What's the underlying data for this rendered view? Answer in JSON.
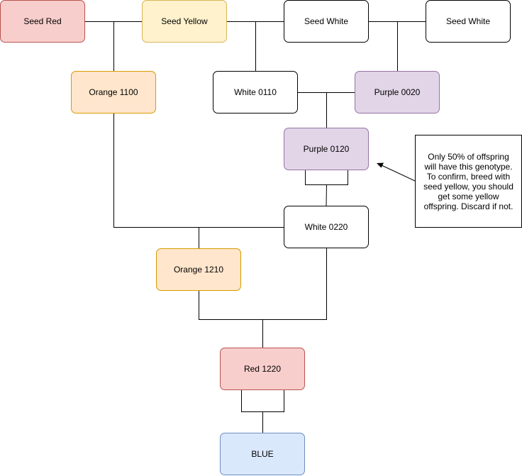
{
  "nodes": {
    "seed_red": {
      "label": "Seed Red",
      "fill": "#f8cecc",
      "stroke": "#b85450"
    },
    "seed_yellow": {
      "label": "Seed Yellow",
      "fill": "#fff2cc",
      "stroke": "#d6b656"
    },
    "seed_white_1": {
      "label": "Seed White",
      "fill": "#ffffff",
      "stroke": "#000000"
    },
    "seed_white_2": {
      "label": "Seed White",
      "fill": "#ffffff",
      "stroke": "#000000"
    },
    "orange_1100": {
      "label": "Orange 1100",
      "fill": "#ffe6cc",
      "stroke": "#d79b00"
    },
    "white_0110": {
      "label": "White 0110",
      "fill": "#ffffff",
      "stroke": "#000000"
    },
    "purple_0020": {
      "label": "Purple 0020",
      "fill": "#e1d5e7",
      "stroke": "#9673a6"
    },
    "purple_0120": {
      "label": "Purple 0120",
      "fill": "#e1d5e7",
      "stroke": "#9673a6"
    },
    "white_0220": {
      "label": "White 0220",
      "fill": "#ffffff",
      "stroke": "#000000"
    },
    "orange_1210": {
      "label": "Orange 1210",
      "fill": "#ffe6cc",
      "stroke": "#d79b00"
    },
    "red_1220": {
      "label": "Red 1220",
      "fill": "#f8cecc",
      "stroke": "#b85450"
    },
    "blue": {
      "label": "BLUE",
      "fill": "#dae8fc",
      "stroke": "#6c8ebf"
    }
  },
  "note": {
    "text": "Only 50% of offspring will have this genotype. To confirm, breed with seed yellow, you should get some yellow offspring. Discard if not."
  }
}
